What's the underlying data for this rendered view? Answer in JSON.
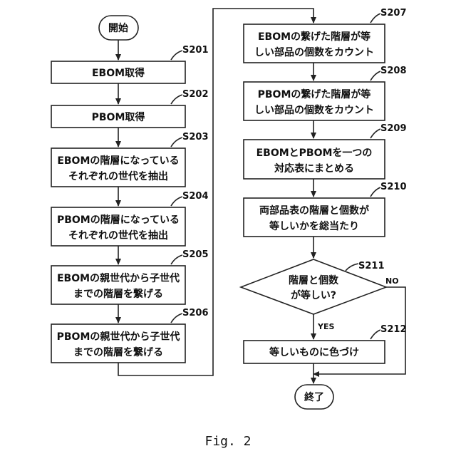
{
  "flowchart": {
    "start": "開始",
    "end": "終了",
    "steps": {
      "s201": {
        "id": "S201",
        "lines": [
          "EBOM取得"
        ]
      },
      "s202": {
        "id": "S202",
        "lines": [
          "PBOM取得"
        ]
      },
      "s203": {
        "id": "S203",
        "lines": [
          "EBOMの階層になっている",
          "それぞれの世代を抽出"
        ]
      },
      "s204": {
        "id": "S204",
        "lines": [
          "PBOMの階層になっている",
          "それぞれの世代を抽出"
        ]
      },
      "s205": {
        "id": "S205",
        "lines": [
          "EBOMの親世代から子世代",
          "までの階層を繋げる"
        ]
      },
      "s206": {
        "id": "S206",
        "lines": [
          "PBOMの親世代から子世代",
          "までの階層を繋げる"
        ]
      },
      "s207": {
        "id": "S207",
        "lines": [
          "EBOMの繋げた階層が等",
          "しい部品の個数をカウント"
        ]
      },
      "s208": {
        "id": "S208",
        "lines": [
          "PBOMの繋げた階層が等",
          "しい部品の個数をカウント"
        ]
      },
      "s209": {
        "id": "S209",
        "lines": [
          "EBOMとPBOMを一つの",
          "対応表にまとめる"
        ]
      },
      "s210": {
        "id": "S210",
        "lines": [
          "両部品表の階層と個数が",
          "等しいかを総当たり"
        ]
      },
      "s211": {
        "id": "S211",
        "lines": [
          "階層と個数",
          "が等しい?"
        ]
      },
      "s212": {
        "id": "S212",
        "lines": [
          "等しいものに色づけ"
        ]
      }
    },
    "yes_label": "YES",
    "no_label": "NO"
  },
  "caption": "Fig. 2"
}
